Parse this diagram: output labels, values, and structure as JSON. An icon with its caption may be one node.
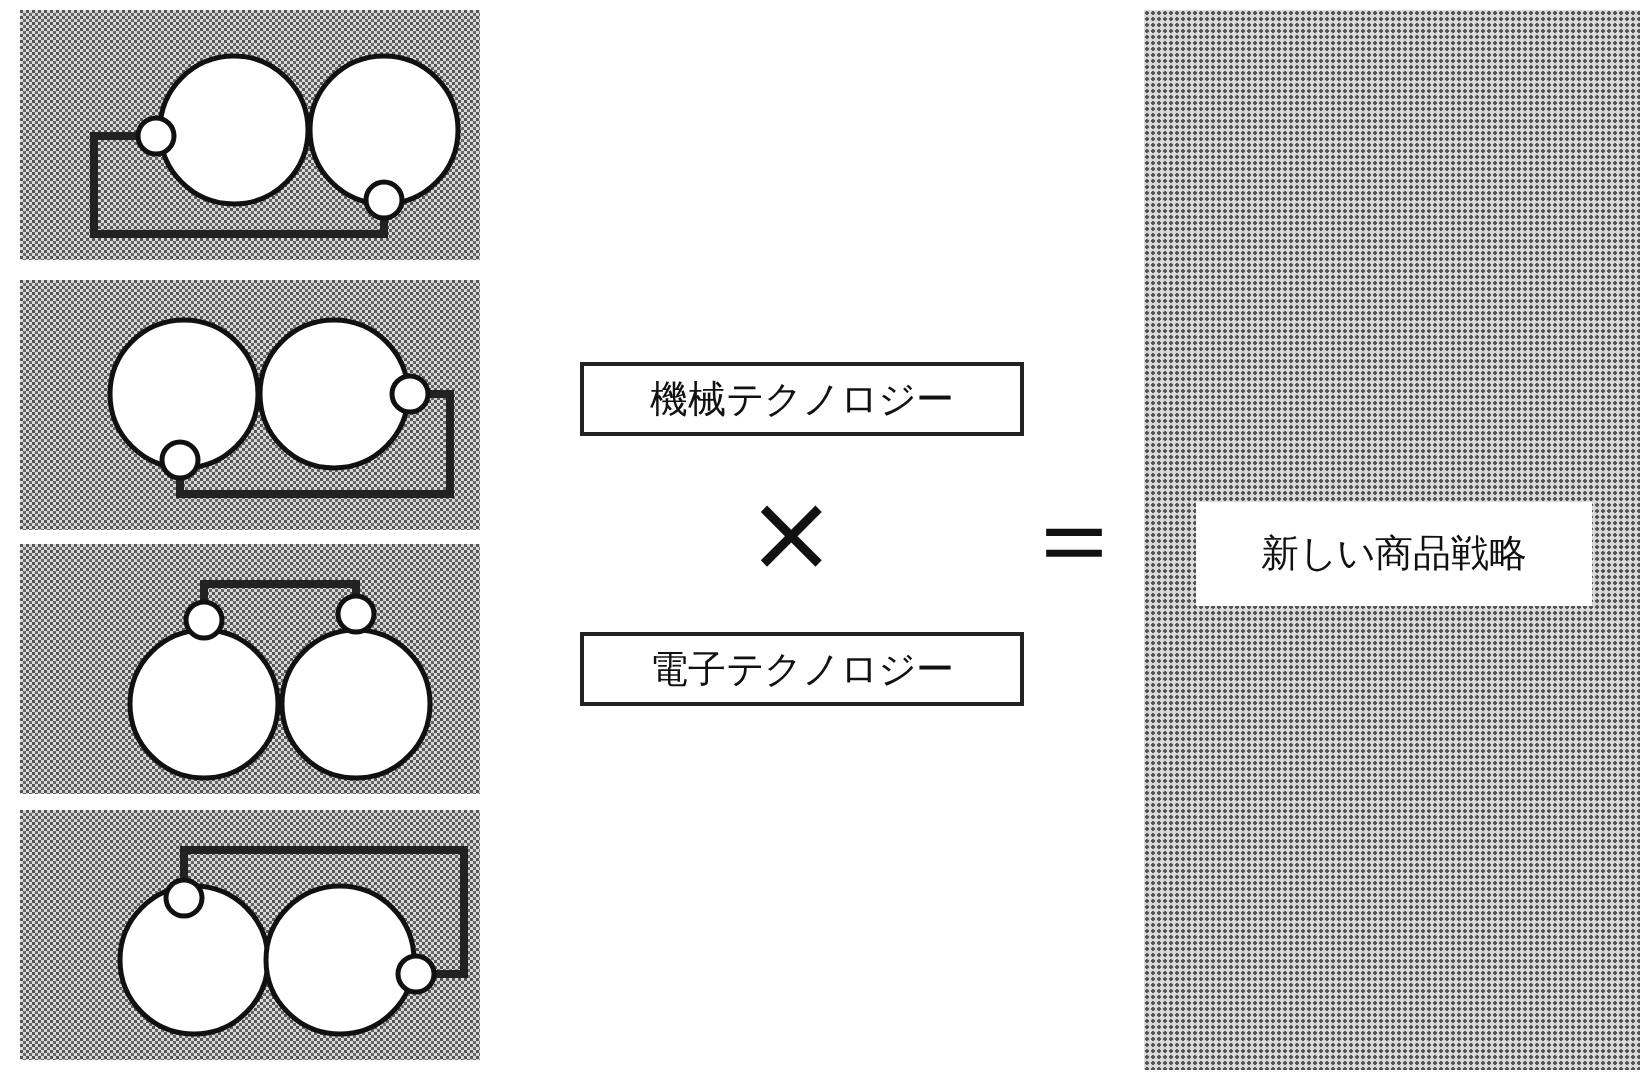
{
  "diagram": {
    "nodes": [
      {
        "text": [
          "機械テクノロジー"
        ]
      },
      {
        "text": [
          "電子テクノロジー"
        ]
      },
      {
        "text": [],
        "shape": "box"
      },
      {
        "text": [
          "新しい商品戦略"
        ],
        "in": 2
      }
    ],
    "edges": [],
    "labels": [
      "×",
      "＝"
    ]
  }
}
